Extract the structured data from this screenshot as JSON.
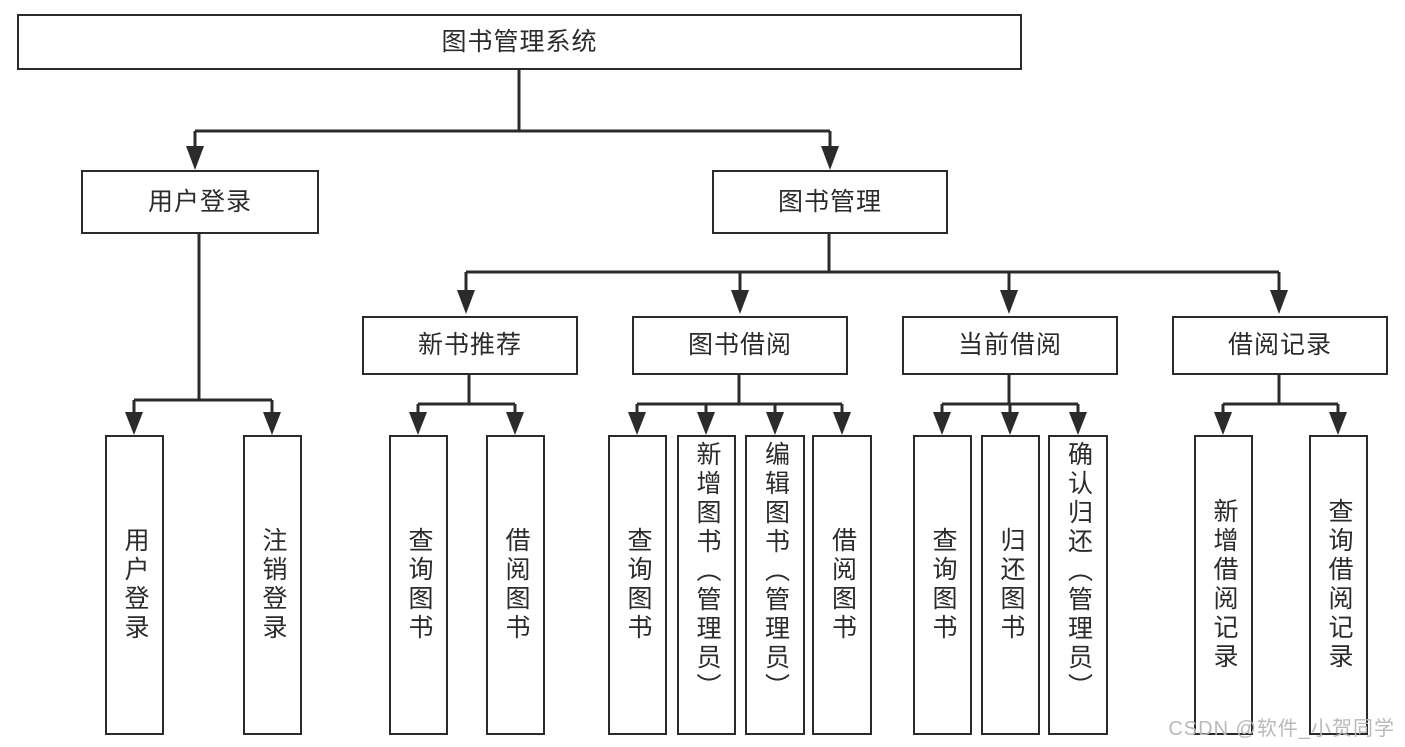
{
  "diagram": {
    "title": "图书管理系统",
    "root": {
      "label": "图书管理系统"
    },
    "level2": [
      {
        "label": "用户登录"
      },
      {
        "label": "图书管理"
      }
    ],
    "level3": [
      {
        "label": "新书推荐"
      },
      {
        "label": "图书借阅"
      },
      {
        "label": "当前借阅"
      },
      {
        "label": "借阅记录"
      }
    ],
    "leaves": {
      "user_login": [
        {
          "label": "用户登录"
        },
        {
          "label": "注销登录"
        }
      ],
      "new_book_recommend": [
        {
          "label": "查询图书"
        },
        {
          "label": "借阅图书"
        }
      ],
      "book_borrow": [
        {
          "label": "查询图书"
        },
        {
          "label": "新增图书（管理员）"
        },
        {
          "label": "编辑图书（管理员）"
        },
        {
          "label": "借阅图书"
        }
      ],
      "current_borrow": [
        {
          "label": "查询图书"
        },
        {
          "label": "归还图书"
        },
        {
          "label": "确认归还（管理员）"
        }
      ],
      "borrow_record": [
        {
          "label": "新增借阅记录"
        },
        {
          "label": "查询借阅记录"
        }
      ]
    }
  },
  "watermark": {
    "text": "CSDN @软件_小贺同学"
  },
  "colors": {
    "stroke": "#2b2b2b",
    "background": "#ffffff",
    "text": "#2b2b2b",
    "watermark": "#b9b9b9"
  }
}
